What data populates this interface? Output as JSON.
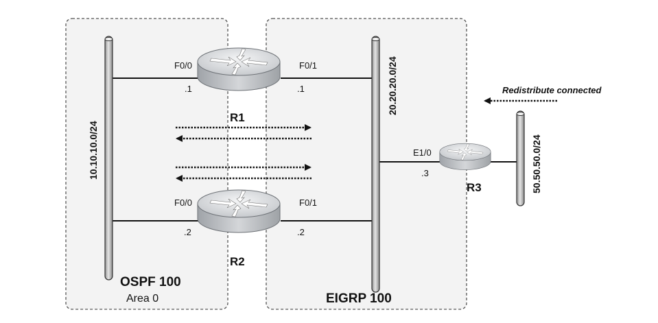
{
  "areas": {
    "ospf": {
      "title": "OSPF 100",
      "subtitle": "Area 0"
    },
    "eigrp": {
      "title": "EIGRP 100"
    }
  },
  "networks": {
    "net_10": "10.10.10.0/24",
    "net_20": "20.20.20.0/24",
    "net_50": "50.50.50.0/24"
  },
  "routers": {
    "r1": {
      "name": "R1",
      "if_left": "F0/0",
      "if_right": "F0/1",
      "addr_left": ".1",
      "addr_right": ".1"
    },
    "r2": {
      "name": "R2",
      "if_left": "F0/0",
      "if_right": "F0/1",
      "addr_left": ".2",
      "addr_right": ".2"
    },
    "r3": {
      "name": "R3",
      "if_left": "E1/0",
      "addr_left": ".3"
    }
  },
  "annotation": {
    "redistribute": "Redistribute connected"
  },
  "colors": {
    "area_fill": "#f3f3f3",
    "area_border": "#555555",
    "router_body": "#b9bcc0",
    "router_top": "#e4e6e8",
    "bus": "#b0b0b0",
    "line": "#111111"
  }
}
